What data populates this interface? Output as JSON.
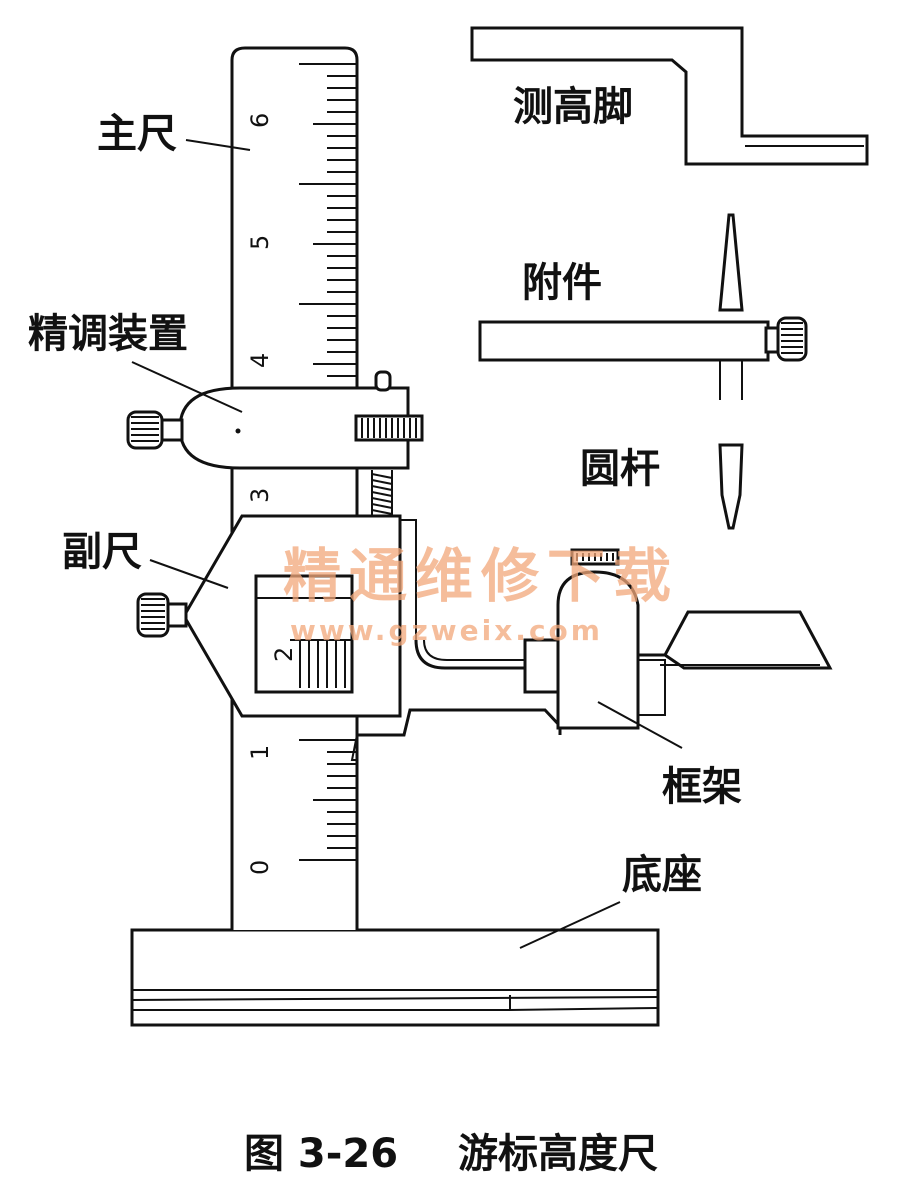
{
  "labels": {
    "main_scale": "主尺",
    "fine_adjust": "精调装置",
    "vernier": "副尺",
    "height_foot": "测高脚",
    "accessory": "附件",
    "round_rod": "圆杆",
    "frame": "框架",
    "base": "底座"
  },
  "main_scale_numbers": [
    "6",
    "5",
    "4",
    "3",
    "1",
    "0"
  ],
  "vernier_number": "2",
  "watermark": {
    "line1": "精通维修下载",
    "line2": "www.gzweix.com"
  },
  "caption": {
    "figure_no": "图 3-26",
    "title": "游标高度尺"
  },
  "colors": {
    "ink": "#111111",
    "watermark": "#f2a77a"
  }
}
